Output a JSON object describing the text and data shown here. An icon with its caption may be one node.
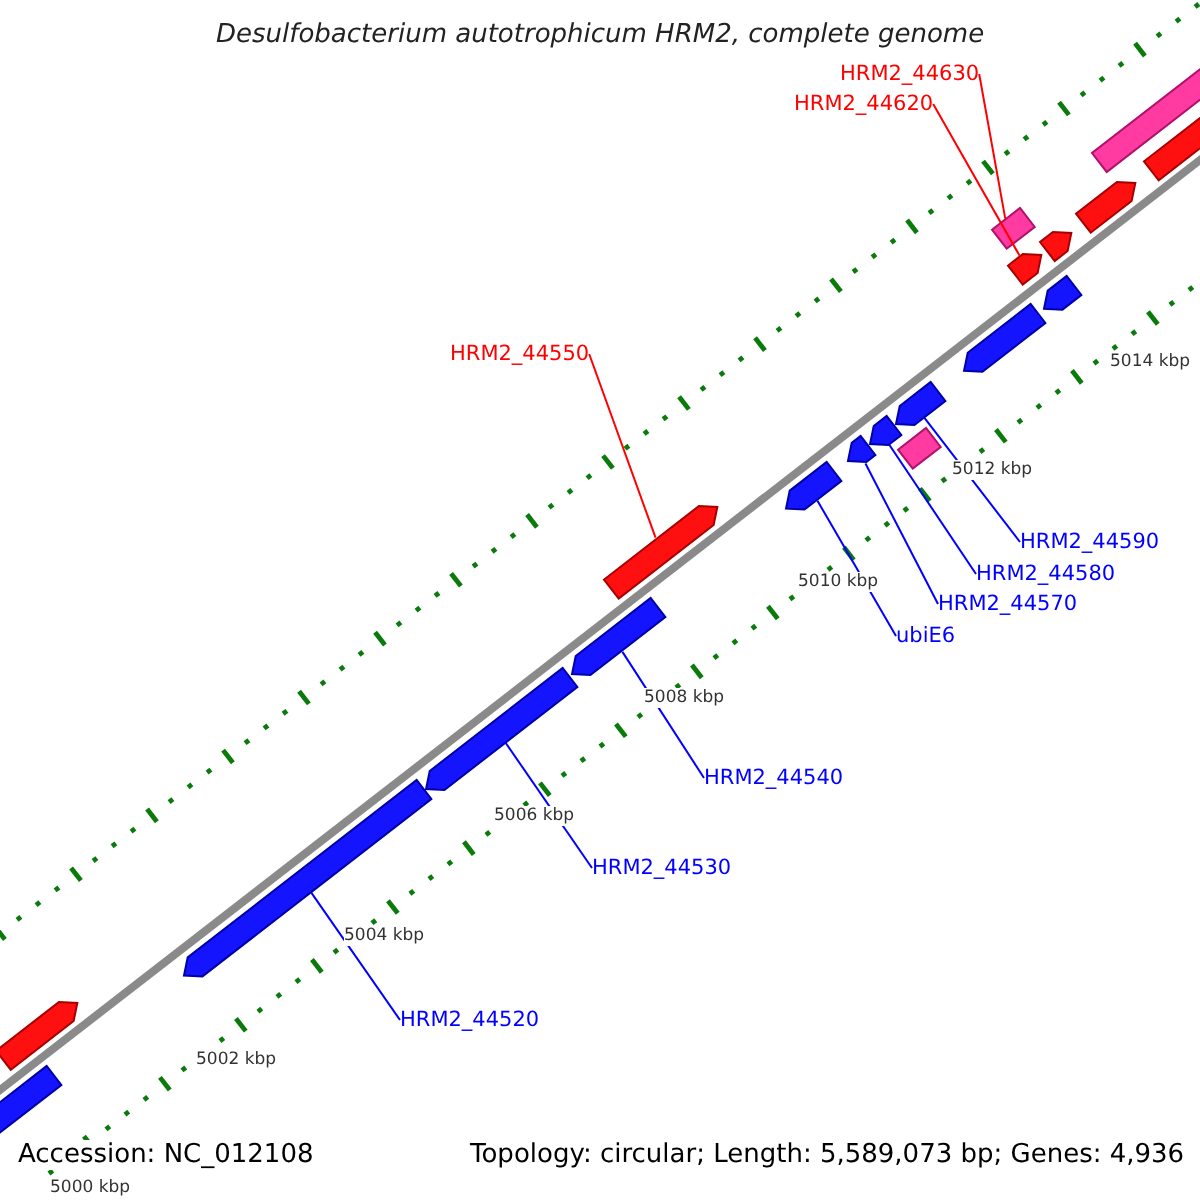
{
  "diagram": {
    "title": "Desulfobacterium autotrophicum HRM2, complete genome",
    "nodes": [
      {
        "text": [
          "HRM2_44630"
        ]
      },
      {
        "text": [
          "HRM2_44620"
        ]
      },
      {
        "text": [
          "HRM2_44550"
        ]
      },
      {
        "text": [
          "HRM2_44590"
        ]
      },
      {
        "text": [
          "HRM2_44580"
        ]
      },
      {
        "text": [
          "HRM2_44570"
        ]
      },
      {
        "text": [
          "ubiE6"
        ]
      },
      {
        "text": [
          "HRM2_44540"
        ]
      },
      {
        "text": [
          "HRM2_44530"
        ]
      },
      {
        "text": [
          "HRM2_44520"
        ]
      },
      {
        "text": [],
        "shape": "bar"
      },
      {
        "text": [],
        "shape": "bar"
      },
      {
        "text": [],
        "shape": "bar"
      },
      {
        "text": [],
        "shape": "bar"
      },
      {
        "text": [],
        "shape": "bar"
      },
      {
        "text": [],
        "shape": "bar"
      },
      {
        "text": [],
        "shape": "bar"
      },
      {
        "text": [],
        "shape": "bar"
      },
      {
        "text": [],
        "shape": "bar"
      },
      {
        "text": [],
        "shape": "bar"
      },
      {
        "text": [],
        "shape": "bar"
      },
      {
        "text": [],
        "shape": "bar"
      },
      {
        "text": [],
        "shape": "bar"
      },
      {
        "text": [],
        "shape": "bar"
      },
      {
        "text": [],
        "shape": "bar"
      },
      {
        "text": [],
        "shape": "bar"
      },
      {
        "text": [],
        "shape": "bar"
      },
      {
        "text": [],
        "shape": "bar"
      },
      {
        "text": [],
        "shape": "bar"
      }
    ],
    "edges": [
      {
        "from": 0,
        "to": 19,
        "arrow": "none",
        "color": "#ff0000"
      },
      {
        "from": 1,
        "to": 18,
        "arrow": "none",
        "color": "#ff0000"
      },
      {
        "from": 2,
        "to": 13,
        "arrow": "none",
        "color": "#ff0000"
      },
      {
        "from": 3,
        "to": 17,
        "arrow": "none"
      },
      {
        "from": 4,
        "to": 16,
        "arrow": "none"
      },
      {
        "from": 5,
        "to": 15,
        "arrow": "none"
      },
      {
        "from": 6,
        "to": 14,
        "arrow": "none"
      },
      {
        "from": 7,
        "to": 12,
        "arrow": "none"
      },
      {
        "from": 8,
        "to": 11,
        "arrow": "none"
      },
      {
        "from": 9,
        "to": 10,
        "arrow": "none"
      }
    ],
    "labels": [
      "5014 kbp",
      "5012 kbp",
      "5010 kbp",
      "5008 kbp",
      "5006 kbp",
      "5004 kbp",
      "5002 kbp",
      "5000 kbp",
      "Accession: NC_012108",
      "Topology: circular; Length: 5,589,073 bp; Genes: 4,936"
    ]
  }
}
